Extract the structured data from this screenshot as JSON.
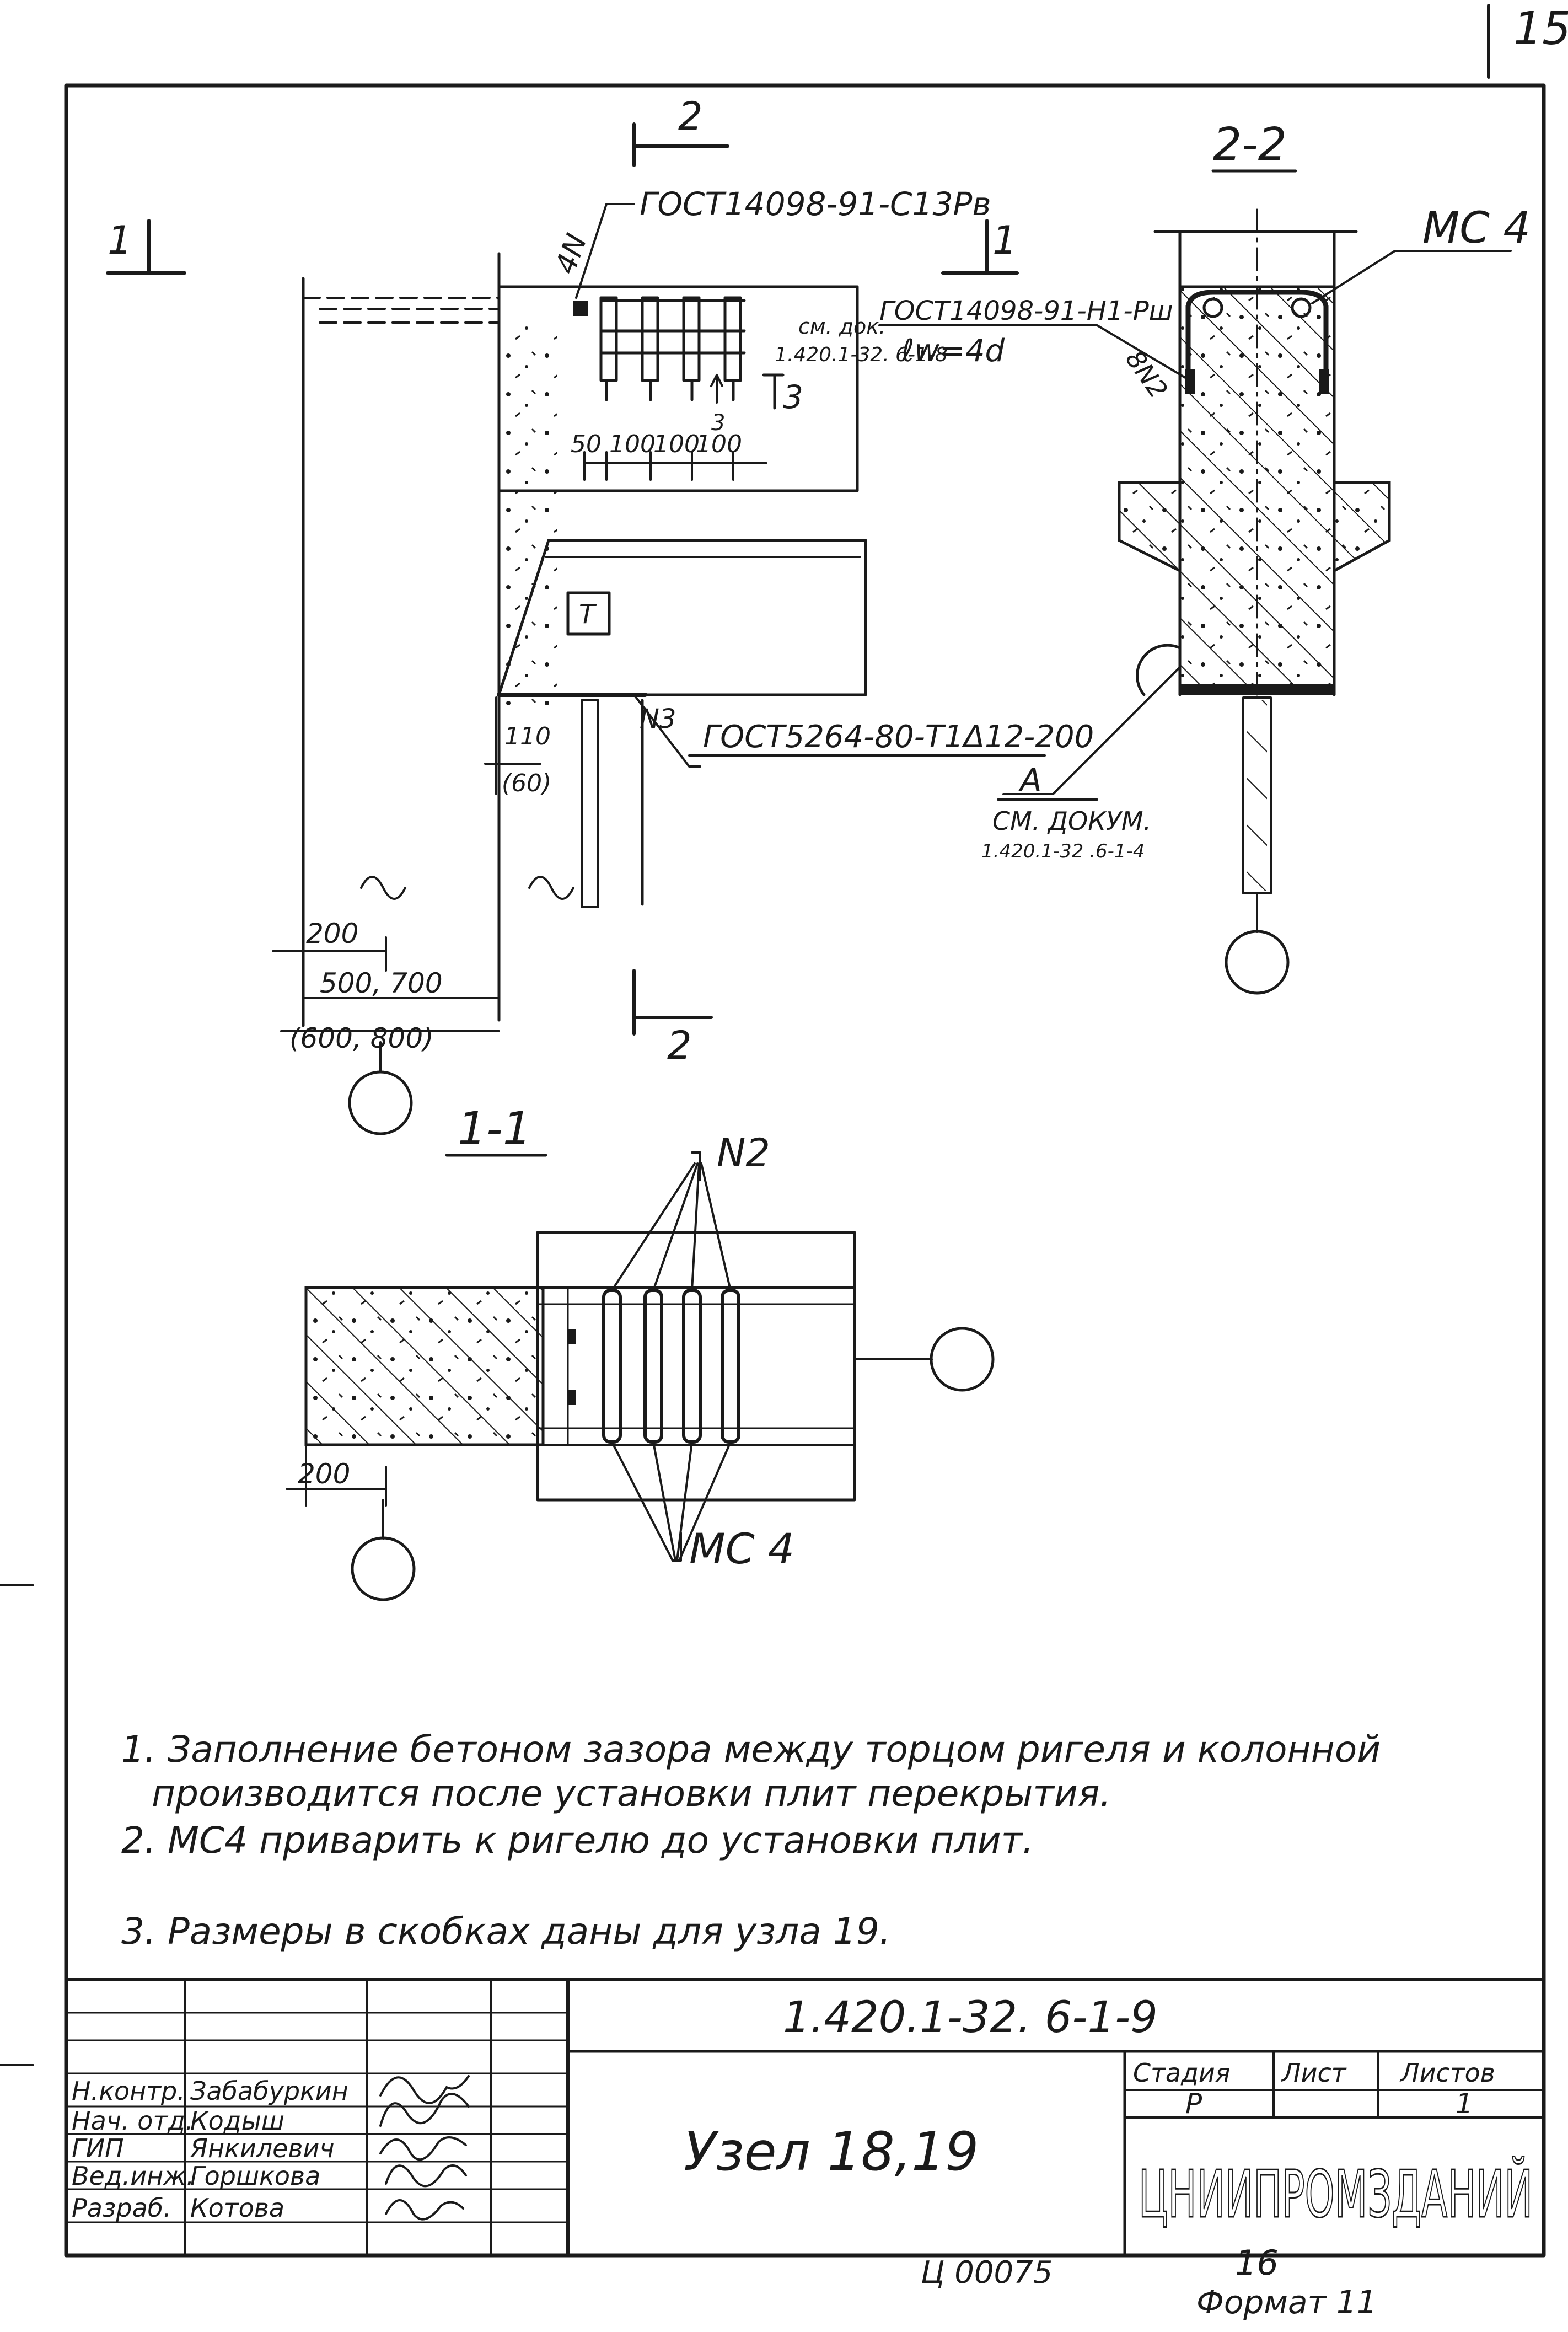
{
  "page_number": "15",
  "sections": {
    "section_2_marker": "2",
    "section_1_marker": "1",
    "section_2_2_title": "2-2",
    "section_1_1_title": "1-1"
  },
  "callouts": {
    "top_gost": "ГОСТ14098-91-С13Рв",
    "top_4n": "4N",
    "see_doc_1": "см. док.",
    "see_doc_1_num": "1.420.1-32. 6-1-8",
    "weld_len": "ℓw=4d",
    "gost_h1": "ГОСТ14098-91-Н1-Рш",
    "weld_8n2": "8N2",
    "mark_3": "3",
    "dims_top": [
      "50",
      "100",
      "100",
      "100"
    ],
    "plate_t": "Т",
    "n3_label": "N3",
    "gost_5264": "ГОСТ5264-80-Т1Δ12-200",
    "dim_110": "110",
    "dim_60": "(60)",
    "dim_200": "200",
    "dim_500_700": "500, 700",
    "dim_600_800": "(600, 800)",
    "node_a": "А",
    "see_doc_2": "СМ. ДОКУМ.",
    "see_doc_2_num": "1.420.1-32 .6-1-4",
    "mc4_top": "МС 4",
    "n2_label": "N2",
    "mc4_bottom": "МС 4",
    "dim_200_bottom": "200"
  },
  "notes": [
    "1. Заполнение бетоном зазора между торцом ригеля и колонной",
    "производится после установки плит перекрытия.",
    "2. МС4 приварить к ригелю до установки плит.",
    "3. Размеры в скобках даны для узла 19."
  ],
  "title_block": {
    "doc_code": "1.420.1-32. 6-1-9",
    "title": "Узел 18,19",
    "stage_label": "Стадия",
    "sheet_label": "Лист",
    "sheets_label": "Листов",
    "stage": "Р",
    "sheets": "1",
    "org": "ЦНИИПРОМЗДАНИЙ",
    "roles": [
      {
        "role": "Н.контр.",
        "name": "Забабуркин"
      },
      {
        "role": "Нач. отд.",
        "name": "Кодыш"
      },
      {
        "role": "ГИП",
        "name": "Янкилевич"
      },
      {
        "role": "Вед.инж.",
        "name": "Горшкова"
      },
      {
        "role": "Разраб.",
        "name": "Котова"
      }
    ]
  },
  "footer": {
    "inventory": "Ц 00075",
    "format_num": "16",
    "format": "Формат 11"
  }
}
